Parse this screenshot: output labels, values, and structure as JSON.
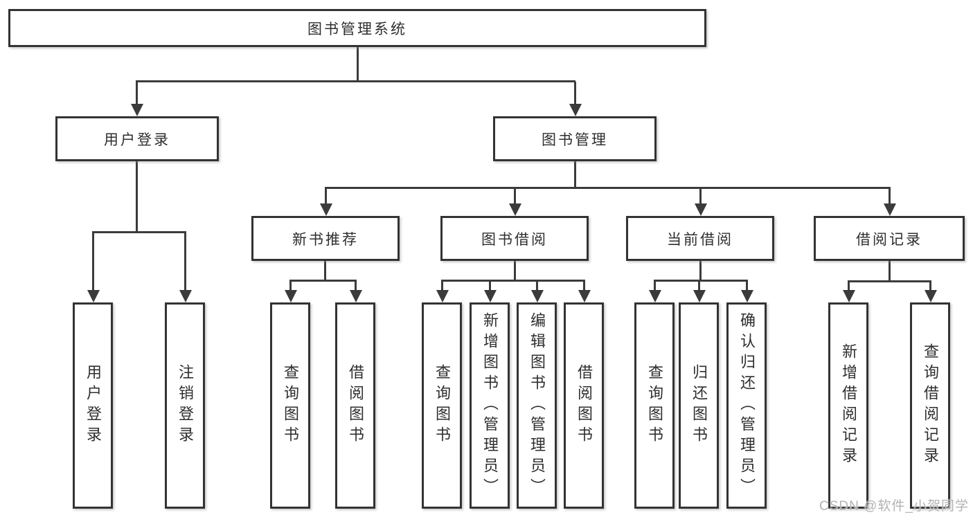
{
  "colors": {
    "line": "#3b3b3b",
    "border": "#333333",
    "text": "#2e2e2e",
    "background": "#ffffff",
    "watermark_text": "#b3b3b3"
  },
  "tree": {
    "root": "图书管理系统",
    "branches": [
      {
        "label": "用户登录",
        "leaves": [
          "用户登录",
          "注销登录"
        ]
      },
      {
        "label": "图书管理",
        "groups": [
          {
            "label": "新书推荐",
            "leaves": [
              "查询图书",
              "借阅图书"
            ]
          },
          {
            "label": "图书借阅",
            "leaves": [
              "查询图书",
              "新增图书（管理员）",
              "编辑图书（管理员）",
              "借阅图书"
            ]
          },
          {
            "label": "当前借阅",
            "leaves": [
              "查询图书",
              "归还图书",
              "确认归还（管理员）"
            ]
          },
          {
            "label": "借阅记录",
            "leaves": [
              "新增借阅记录",
              "查询借阅记录"
            ]
          }
        ]
      }
    ]
  },
  "watermark": "CSDN @软件_小贺同学"
}
